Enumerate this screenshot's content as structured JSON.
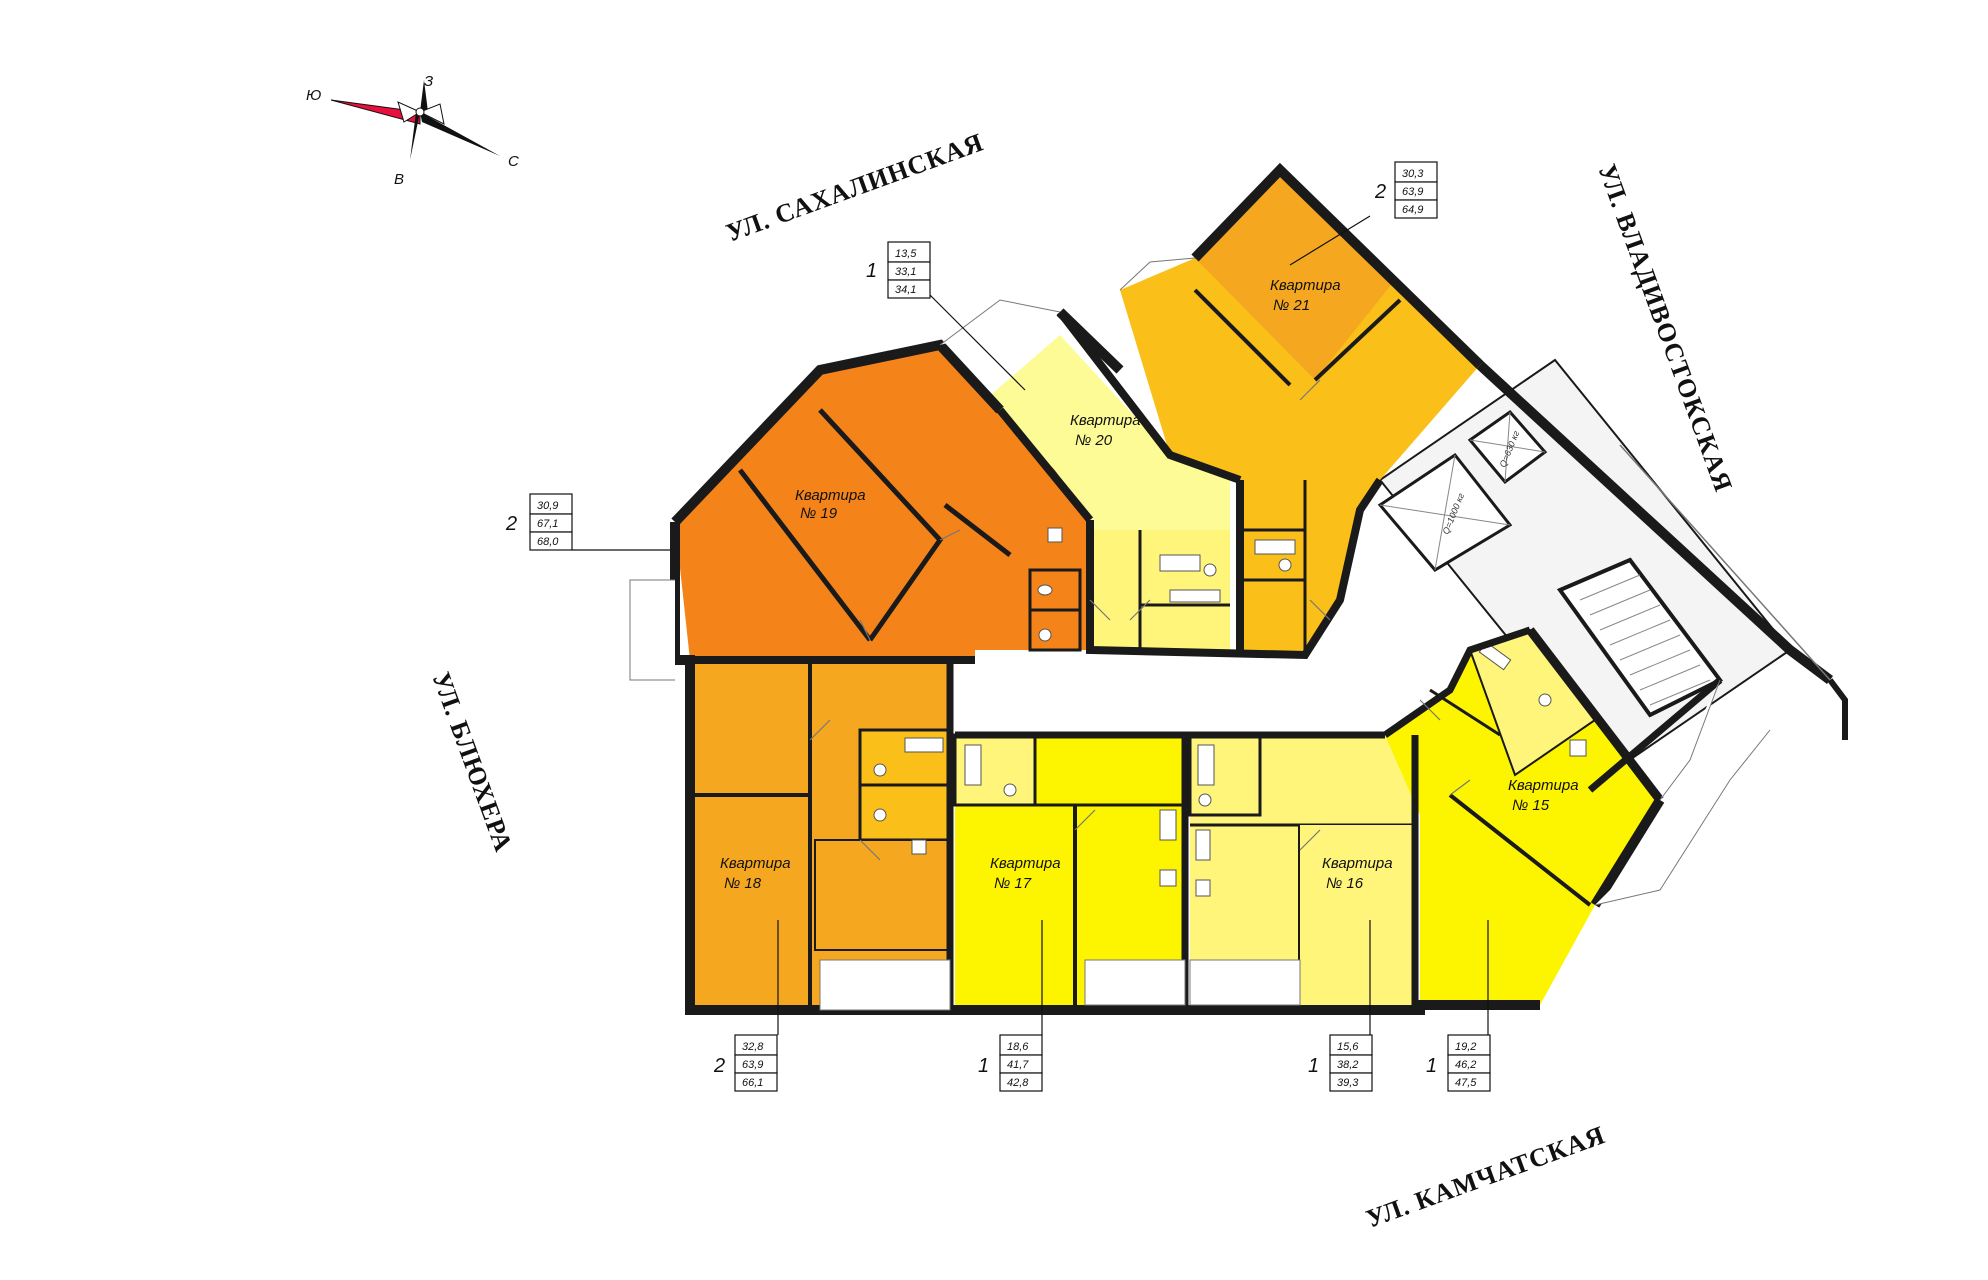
{
  "colors": {
    "dark_orange": "#f48319",
    "orange": "#f5a81f",
    "light_orange": "#fbbf19",
    "yellow": "#fdf400",
    "light_yellow": "#fef57a",
    "pale_yellow": "#fdfb96",
    "wall": "#1a1a1a",
    "compass_red": "#e8103c"
  },
  "compass": {
    "north": "С",
    "south": "Ю",
    "west": "З",
    "east": "В"
  },
  "streets": {
    "sakhalinskaya": "УЛ. САХАЛИНСКАЯ",
    "vladivostokskaya": "УЛ. ВЛАДИВОСТОКСКАЯ",
    "blyukhera": "УЛ. БЛЮХЕРА",
    "kamchatskaya": "УЛ. КАМЧАТСКАЯ"
  },
  "apartments": [
    {
      "id": "apt15",
      "label_line1": "Квартира",
      "label_line2": "№ 15",
      "rooms": "1",
      "areas": [
        "19,2",
        "46,2",
        "47,5"
      ]
    },
    {
      "id": "apt16",
      "label_line1": "Квартира",
      "label_line2": "№ 16",
      "rooms": "1",
      "areas": [
        "15,6",
        "38,2",
        "39,3"
      ]
    },
    {
      "id": "apt17",
      "label_line1": "Квартира",
      "label_line2": "№ 17",
      "rooms": "1",
      "areas": [
        "18,6",
        "41,7",
        "42,8"
      ]
    },
    {
      "id": "apt18",
      "label_line1": "Квартира",
      "label_line2": "№ 18",
      "rooms": "2",
      "areas": [
        "32,8",
        "63,9",
        "66,1"
      ]
    },
    {
      "id": "apt19",
      "label_line1": "Квартира",
      "label_line2": "№ 19",
      "rooms": "2",
      "areas": [
        "30,9",
        "67,1",
        "68,0"
      ]
    },
    {
      "id": "apt20",
      "label_line1": "Квартира",
      "label_line2": "№ 20",
      "rooms": "1",
      "areas": [
        "13,5",
        "33,1",
        "34,1"
      ]
    },
    {
      "id": "apt21",
      "label_line1": "Квартира",
      "label_line2": "№ 21",
      "rooms": "2",
      "areas": [
        "30,3",
        "63,9",
        "64,9"
      ]
    }
  ],
  "elevators": {
    "large": "Q=1000 кг",
    "small": "Q=630 кг"
  }
}
